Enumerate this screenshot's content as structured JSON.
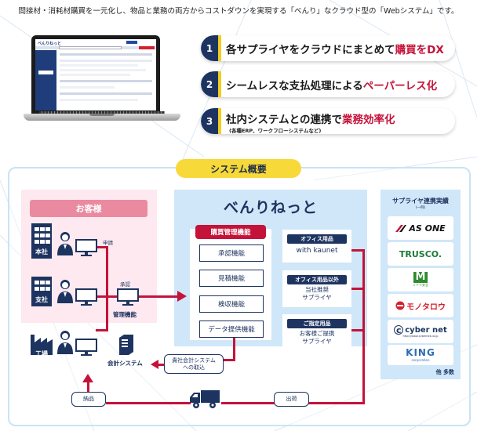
{
  "headline": "間接材・消耗材購買を一元化し、物品と業務の両方からコストダウンを実現する「べんり」なクラウド型の「Webシステム」です。",
  "laptop": {
    "screen_logo": "べんりねっと",
    "icon": "laptop-icon"
  },
  "features": [
    {
      "number": "1",
      "text": "各サプライヤをクラウドにまとめて",
      "highlight": "購買をDX",
      "sub": ""
    },
    {
      "number": "2",
      "text": "シームレスな支払処理による",
      "highlight": "ペーパーレス化",
      "sub": ""
    },
    {
      "number": "3",
      "text": "社内システムとの連携で",
      "highlight": "業務効率化",
      "sub": "(各種ERP、ワークフローシステムなど)"
    }
  ],
  "system": {
    "title": "システム概要",
    "customer": {
      "title": "お客様",
      "sites": [
        {
          "label": "本社",
          "icon": "office-building-icon"
        },
        {
          "label": "支社",
          "icon": "office-building-icon"
        },
        {
          "label": "工場",
          "icon": "factory-icon"
        }
      ],
      "request_label": "申請",
      "approval_label": "承認",
      "management_label": "管理機能",
      "accounting_label": "会計システム"
    },
    "benri": {
      "logo": "べんりねっと",
      "function_title": "購買管理機能",
      "functions": [
        "承認機能",
        "見積機能",
        "検収機能",
        "データ提供機能"
      ],
      "supplier_groups": [
        {
          "tag": "オフィス用品",
          "lines": [
            "with kaunet"
          ]
        },
        {
          "tag": "オフィス用品以外",
          "lines": [
            "当社推奨",
            "サプライヤ"
          ]
        },
        {
          "tag": "ご指定用品",
          "lines": [
            "お客様ご提携",
            "サプライヤ"
          ]
        }
      ]
    },
    "suppliers": {
      "title": "サプライヤ連携実績",
      "subtitle": "(一例)",
      "logos": [
        {
          "name": "AS ONE",
          "color": "#111111",
          "accent": "#c4133a"
        },
        {
          "name": "TRUSCO.",
          "color": "#1d7a3a"
        },
        {
          "name": "M",
          "sub": "ミドリ安全",
          "color": "#2d8a2d"
        },
        {
          "name": "モノタロウ",
          "color": "#d4202c"
        },
        {
          "name": "cyber net",
          "sub": "http://www.cybernet.co.jp",
          "color": "#1e3460"
        },
        {
          "name": "KING",
          "sub": "corporation",
          "color": "#2e6db4"
        }
      ],
      "more": "他 多数"
    },
    "flow": {
      "import_label_line1": "貴社会計システム",
      "import_label_line2": "への取込",
      "delivery_label": "納品",
      "shipping_label": "出荷",
      "truck_icon": "delivery-truck-icon"
    }
  },
  "colors": {
    "navy": "#1e3460",
    "red": "#c4133a",
    "yellow": "#f8d93a",
    "pink_bg": "#fde9ef",
    "blue_bg": "#cfe7f8"
  }
}
